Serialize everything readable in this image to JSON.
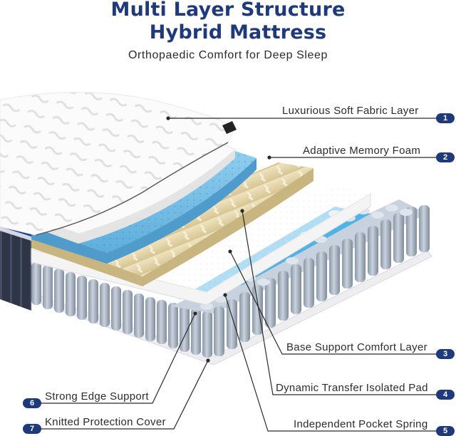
{
  "header": {
    "title_line1": "Multi Layer Structure",
    "title_line2": "Hybrid Mattress",
    "subtitle": "Orthopaedic Comfort for Deep Sleep"
  },
  "callouts": [
    {
      "number": "1",
      "label": "Luxurious Soft Fabric Layer"
    },
    {
      "number": "2",
      "label": "Adaptive Memory Foam"
    },
    {
      "number": "3",
      "label": "Base Support Comfort Layer"
    },
    {
      "number": "4",
      "label": "Dynamic Transfer Isolated Pad"
    },
    {
      "number": "5",
      "label": "Independent Pocket Spring"
    },
    {
      "number": "6",
      "label": "Strong Edge Support"
    },
    {
      "number": "7",
      "label": "Knitted Protection Cover"
    }
  ],
  "colors": {
    "brand_navy": "#1f3a7a",
    "memory_foam_blue": "#7cc0e6",
    "egg_crate_beige": "#e2d3a8",
    "spring_gray": "#a9b4c2",
    "transfer_pad_blue": "#4fb3e6",
    "fabric_white": "#f7f7f7",
    "border_navy": "#23324f"
  }
}
